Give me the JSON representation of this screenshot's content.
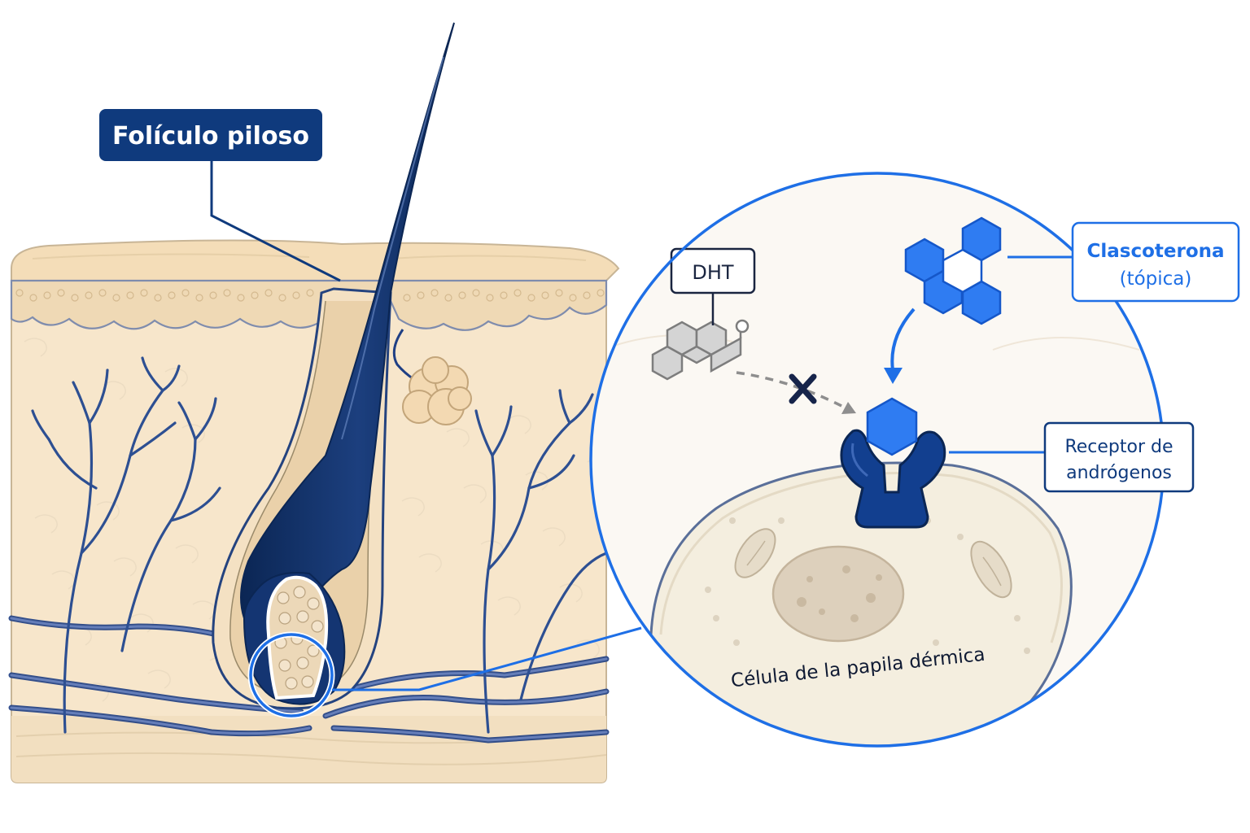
{
  "labels": {
    "hair_follicle": "Folículo piloso",
    "dht": "DHT",
    "clascoterone_line1": "Clascoterona",
    "clascoterone_line2": "(tópica)",
    "receptor_line1": "Receptor de",
    "receptor_line2": "andrógenos",
    "cell": "Célula de la papila dérmica"
  },
  "colors": {
    "navy": "#0f3a7d",
    "dark_navy": "#0b2654",
    "bright_blue": "#1e6fe6",
    "hexagon_blue": "#2f7cf2",
    "skin": "#f8ead2",
    "skin_light": "#fbf3e6",
    "gray_molecule": "#d4d4d4"
  },
  "icons": {
    "block_mark": "x-mark-icon",
    "dht_molecule": "steroid-molecule-icon",
    "drug_molecule": "hexagon-molecule-icon"
  }
}
